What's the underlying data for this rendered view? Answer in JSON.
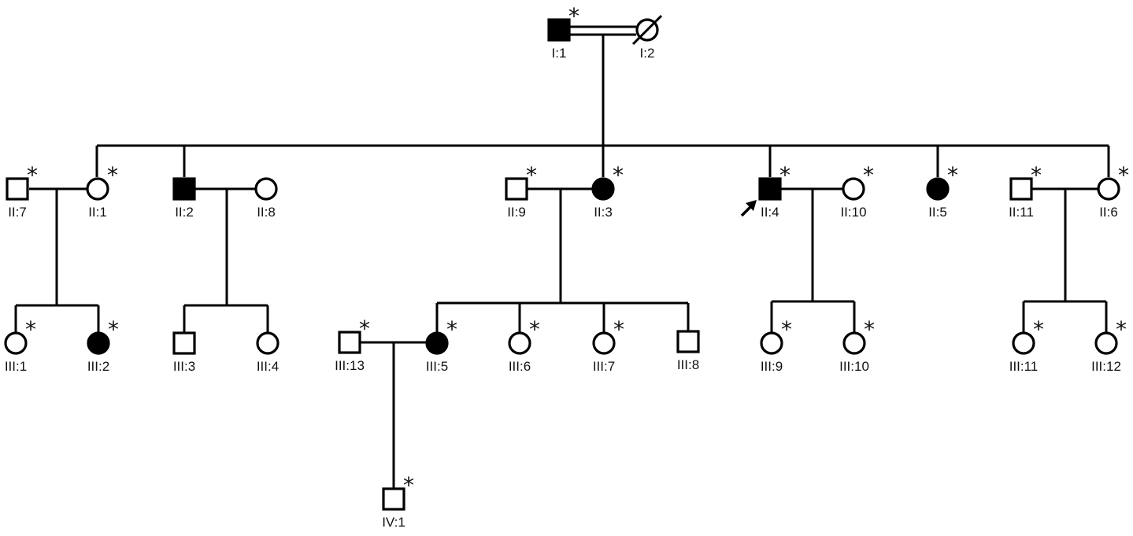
{
  "colors": {
    "affected": "#000000",
    "unaffected": "#ffffff",
    "stroke": "#000000"
  },
  "marker_symbol": "*",
  "individuals": [
    {
      "id": "I:1",
      "sex": "male",
      "affected": true,
      "marker": true,
      "deceased": false,
      "proband": false
    },
    {
      "id": "I:2",
      "sex": "female",
      "affected": false,
      "marker": false,
      "deceased": true,
      "proband": false
    },
    {
      "id": "II:7",
      "sex": "male",
      "affected": false,
      "marker": true,
      "deceased": false,
      "proband": false
    },
    {
      "id": "II:1",
      "sex": "female",
      "affected": false,
      "marker": true,
      "deceased": false,
      "proband": false
    },
    {
      "id": "II:2",
      "sex": "male",
      "affected": true,
      "marker": false,
      "deceased": false,
      "proband": false
    },
    {
      "id": "II:8",
      "sex": "female",
      "affected": false,
      "marker": false,
      "deceased": false,
      "proband": false
    },
    {
      "id": "II:9",
      "sex": "male",
      "affected": false,
      "marker": true,
      "deceased": false,
      "proband": false
    },
    {
      "id": "II:3",
      "sex": "female",
      "affected": true,
      "marker": true,
      "deceased": false,
      "proband": false
    },
    {
      "id": "II:4",
      "sex": "male",
      "affected": true,
      "marker": true,
      "deceased": false,
      "proband": true
    },
    {
      "id": "II:10",
      "sex": "female",
      "affected": false,
      "marker": true,
      "deceased": false,
      "proband": false
    },
    {
      "id": "II:5",
      "sex": "female",
      "affected": true,
      "marker": true,
      "deceased": false,
      "proband": false
    },
    {
      "id": "II:11",
      "sex": "male",
      "affected": false,
      "marker": true,
      "deceased": false,
      "proband": false
    },
    {
      "id": "II:6",
      "sex": "female",
      "affected": false,
      "marker": true,
      "deceased": false,
      "proband": false
    },
    {
      "id": "III:1",
      "sex": "female",
      "affected": false,
      "marker": true,
      "deceased": false,
      "proband": false
    },
    {
      "id": "III:2",
      "sex": "female",
      "affected": true,
      "marker": true,
      "deceased": false,
      "proband": false
    },
    {
      "id": "III:3",
      "sex": "male",
      "affected": false,
      "marker": false,
      "deceased": false,
      "proband": false
    },
    {
      "id": "III:4",
      "sex": "female",
      "affected": false,
      "marker": false,
      "deceased": false,
      "proband": false
    },
    {
      "id": "III:13",
      "sex": "male",
      "affected": false,
      "marker": true,
      "deceased": false,
      "proband": false
    },
    {
      "id": "III:5",
      "sex": "female",
      "affected": true,
      "marker": true,
      "deceased": false,
      "proband": false
    },
    {
      "id": "III:6",
      "sex": "female",
      "affected": false,
      "marker": true,
      "deceased": false,
      "proband": false
    },
    {
      "id": "III:7",
      "sex": "female",
      "affected": false,
      "marker": true,
      "deceased": false,
      "proband": false
    },
    {
      "id": "III:8",
      "sex": "male",
      "affected": false,
      "marker": false,
      "deceased": false,
      "proband": false
    },
    {
      "id": "III:9",
      "sex": "female",
      "affected": false,
      "marker": true,
      "deceased": false,
      "proband": false
    },
    {
      "id": "III:10",
      "sex": "female",
      "affected": false,
      "marker": true,
      "deceased": false,
      "proband": false
    },
    {
      "id": "III:11",
      "sex": "female",
      "affected": false,
      "marker": true,
      "deceased": false,
      "proband": false
    },
    {
      "id": "III:12",
      "sex": "female",
      "affected": false,
      "marker": true,
      "deceased": false,
      "proband": false
    },
    {
      "id": "IV:1",
      "sex": "male",
      "affected": false,
      "marker": true,
      "deceased": false,
      "proband": false
    }
  ]
}
